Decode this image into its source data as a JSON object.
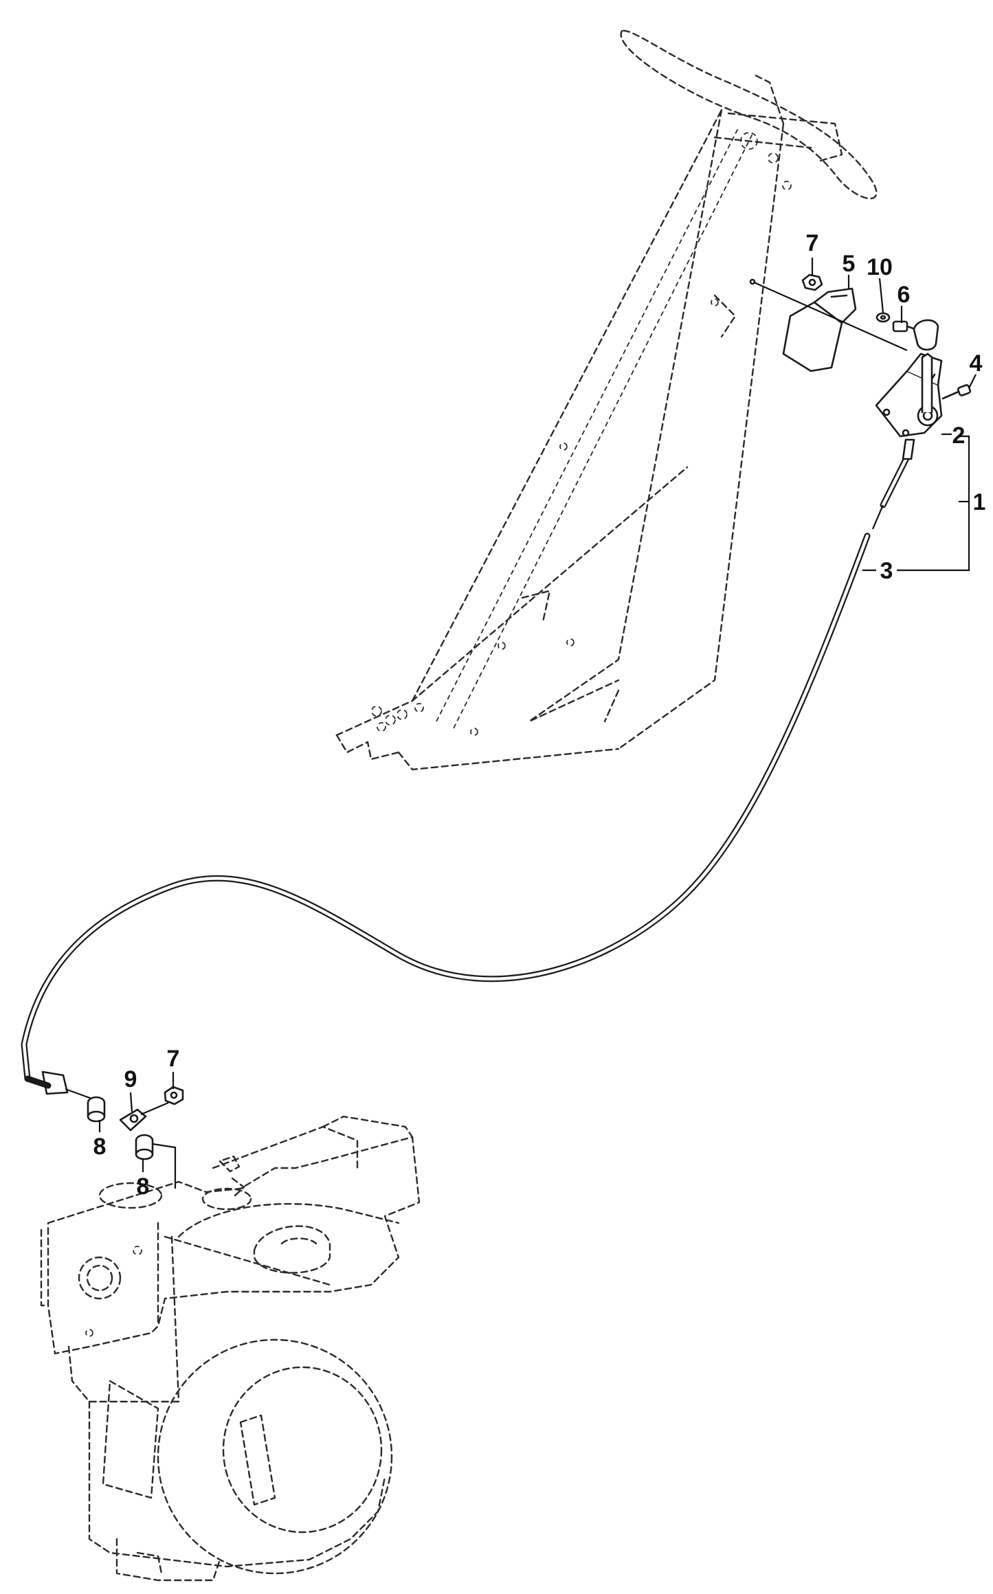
{
  "diagram": {
    "callouts": [
      {
        "id": "c1",
        "label": "1"
      },
      {
        "id": "c2",
        "label": "2"
      },
      {
        "id": "c3",
        "label": "3"
      },
      {
        "id": "c4",
        "label": "4"
      },
      {
        "id": "c5",
        "label": "5"
      },
      {
        "id": "c6",
        "label": "6"
      },
      {
        "id": "c7a",
        "label": "7"
      },
      {
        "id": "c7b",
        "label": "7"
      },
      {
        "id": "c8a",
        "label": "8"
      },
      {
        "id": "c8b",
        "label": "8"
      },
      {
        "id": "c9",
        "label": "9"
      },
      {
        "id": "c10",
        "label": "10"
      }
    ]
  }
}
